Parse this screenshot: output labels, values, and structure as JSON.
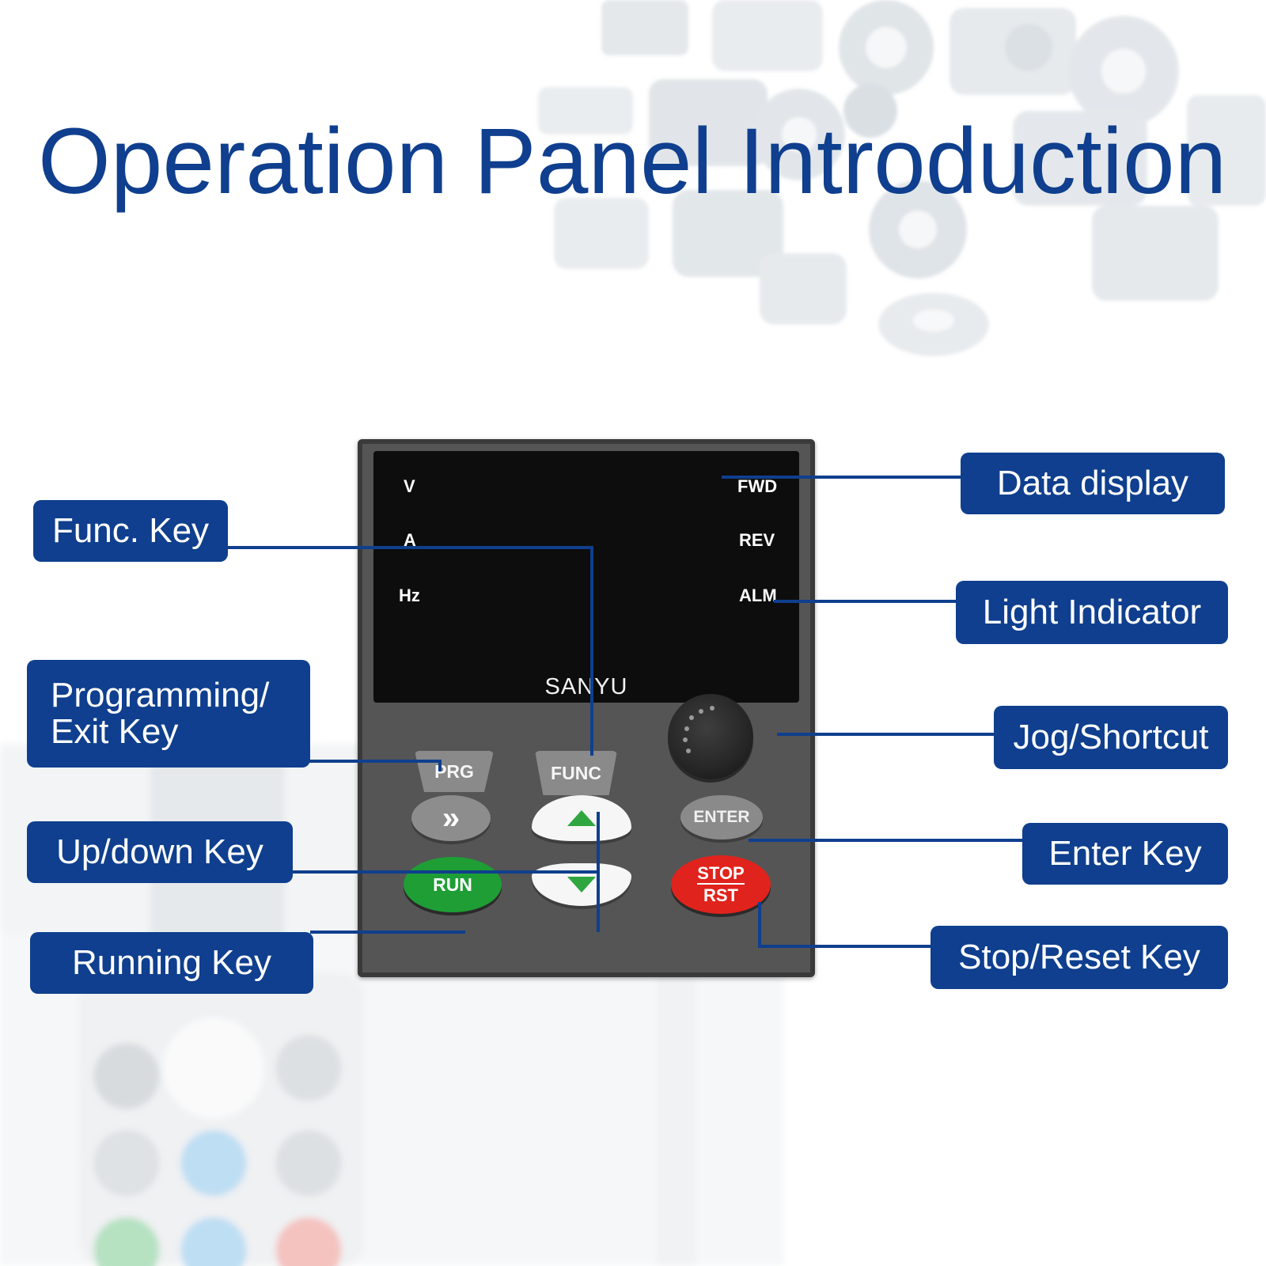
{
  "title": "Operation Panel Introduction",
  "labels": {
    "func_key": "Func. Key",
    "programming_line1": "Programming/",
    "programming_line2": "Exit Key",
    "updown_key": "Up/down Key",
    "running_key": "Running Key",
    "data_display": "Data display",
    "light_indicator": "Light Indicator",
    "jog_shortcut": "Jog/Shortcut",
    "enter_key": "Enter Key",
    "stop_reset_key": "Stop/Reset Key"
  },
  "panel": {
    "brand": "SANYU",
    "indicators_left": [
      "V",
      "A",
      "Hz"
    ],
    "indicators_right": [
      "FWD",
      "REV",
      "ALM"
    ],
    "keys": {
      "prg": "PRG",
      "func": "FUNC",
      "enter": "ENTER",
      "run": "RUN",
      "stop": "STOP",
      "rst": "RST",
      "shift": "»"
    }
  },
  "colors": {
    "label_bg": "#0f3f8e",
    "title": "#0f3f8e",
    "run_key": "#1e9e35",
    "stop_key": "#e0231c",
    "arrow_green": "#2fa640"
  }
}
